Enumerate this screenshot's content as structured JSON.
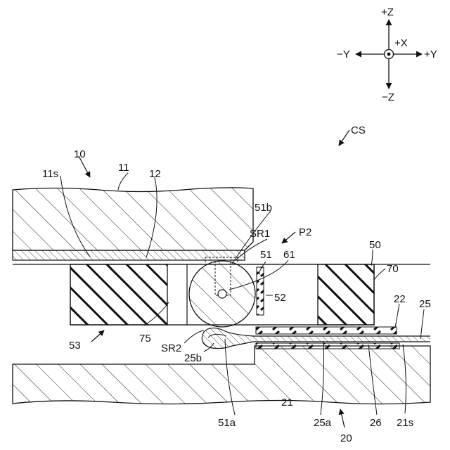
{
  "axes": {
    "plus_z": "+Z",
    "minus_z": "−Z",
    "plus_x": "+X",
    "minus_y": "−Y",
    "plus_y": "+Y"
  },
  "labels": {
    "cs": "CS",
    "l10": "10",
    "l11": "11",
    "l11s": "11s",
    "l12": "12",
    "l51b": "51b",
    "sr1": "SR1",
    "p2": "P2",
    "l50": "50",
    "l51": "51",
    "l61": "61",
    "l70": "70",
    "l52": "52",
    "l22": "22",
    "l25": "25",
    "l53": "53",
    "l75": "75",
    "sr2": "SR2",
    "l25b": "25b",
    "l51a": "51a",
    "l21": "21",
    "l25a": "25a",
    "l26": "26",
    "l21s": "21s",
    "l20": "20"
  }
}
